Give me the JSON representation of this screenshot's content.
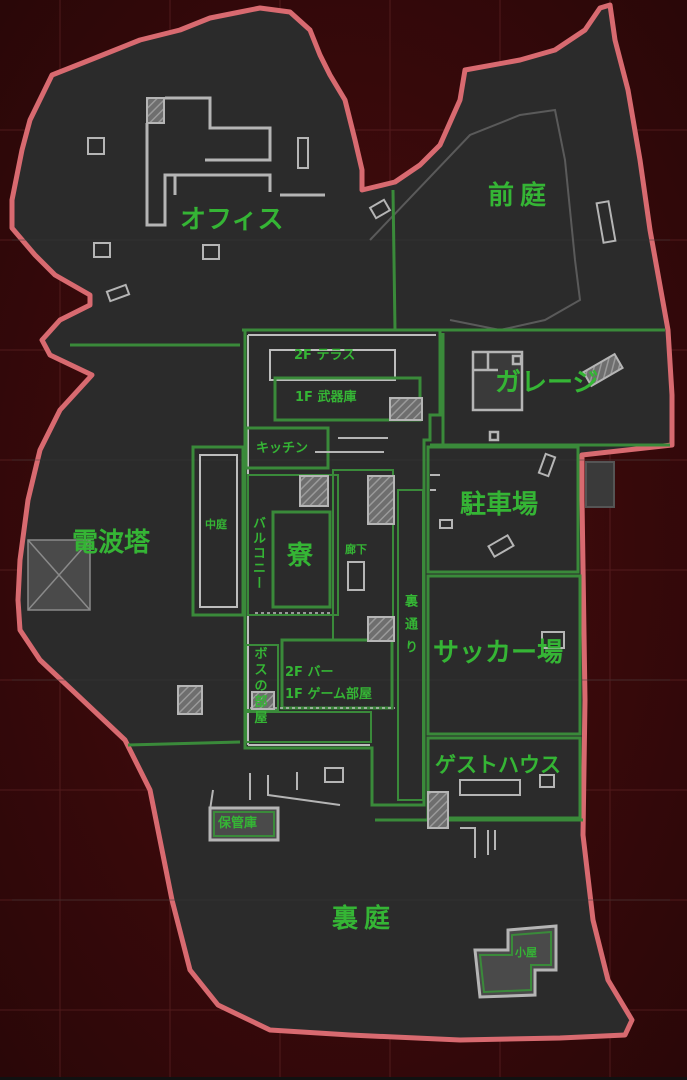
{
  "map": {
    "colors": {
      "background": "#3a0a0c",
      "land": "#2b2b2b",
      "border": "#d86a70",
      "zone_line": "#3a8a3a",
      "label": "#35b535",
      "wall": "#b5b5b5",
      "hatch": "#8a8a8a"
    },
    "areas": {
      "office": "オフィス",
      "front_yard": "前庭",
      "garage": "ガレージ",
      "tower": "電波塔",
      "parking": "駐車場",
      "soccer": "サッカー場",
      "guest_house": "ゲストハウス",
      "back_yard": "裏庭",
      "dorm": "寮",
      "courtyard": "中庭",
      "corridor": "廊下",
      "back_street": "裏通り",
      "balcony": "バルコニー",
      "kitchen": "キッチン",
      "terrace": "2F テラス",
      "armory": "1F 武器庫",
      "boss_room": "ボスの部屋",
      "bar": "2F バー",
      "game_room": "1F ゲーム部屋",
      "storage": "保管庫",
      "small_house": "小屋"
    }
  }
}
